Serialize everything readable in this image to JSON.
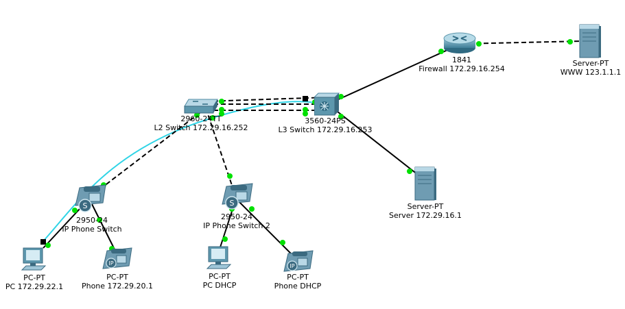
{
  "colors": {
    "background": "#ffffff",
    "link_up": "#00e000",
    "link_down": "#000000",
    "straight_cable": "#000000",
    "crossover_cable": "#000000",
    "console_cable": "#2fd4e6"
  },
  "devices": [
    {
      "id": "router",
      "icon": "router-icon",
      "model": "1841",
      "name": "Firewall 172.29.16.254"
    },
    {
      "id": "www",
      "icon": "server-icon",
      "model": "Server-PT",
      "name": "WWW 123.1.1.1"
    },
    {
      "id": "l2sw",
      "icon": "switch-icon",
      "model": "2960-24TT",
      "name": "L2 Switch 172.29.16.252"
    },
    {
      "id": "l3sw",
      "icon": "multilayer-switch-icon",
      "model": "3560-24PS",
      "name": "L3 Switch 172.29.16.253"
    },
    {
      "id": "server",
      "icon": "server-icon",
      "model": "Server-PT",
      "name": "Server 172.29.16.1"
    },
    {
      "id": "ipsw1",
      "icon": "ip-phone-switch-icon",
      "model": "2950-24",
      "name": "IP Phone Switch"
    },
    {
      "id": "ipsw2",
      "icon": "ip-phone-switch-icon",
      "model": "2950-24",
      "name": "IP Phone Switch 2"
    },
    {
      "id": "pc1",
      "icon": "pc-icon",
      "model": "PC-PT",
      "name": "PC 172.29.22.1"
    },
    {
      "id": "phone1",
      "icon": "ip-phone-icon",
      "model": "PC-PT",
      "name": "Phone 172.29.20.1"
    },
    {
      "id": "pc2",
      "icon": "pc-icon",
      "model": "PC-PT",
      "name": "PC DHCP"
    },
    {
      "id": "phone2",
      "icon": "ip-phone-icon",
      "model": "PC-PT",
      "name": "Phone DHCP"
    }
  ],
  "links": [
    {
      "from": "l3sw",
      "to": "router",
      "cable": "straight",
      "from_status": "up",
      "to_status": "up"
    },
    {
      "from": "router",
      "to": "www",
      "cable": "crossover",
      "from_status": "up",
      "to_status": "up"
    },
    {
      "from": "l2sw",
      "to": "l3sw",
      "cable": "crossover",
      "from_status": "up",
      "to_status": "down"
    },
    {
      "from": "l2sw",
      "to": "l3sw",
      "cable": "crossover",
      "from_status": "up",
      "to_status": "up"
    },
    {
      "from": "l2sw",
      "to": "l3sw",
      "cable": "crossover",
      "from_status": "up",
      "to_status": "up"
    },
    {
      "from": "l3sw",
      "to": "server",
      "cable": "straight",
      "from_status": "up",
      "to_status": "up"
    },
    {
      "from": "l2sw",
      "to": "ipsw1",
      "cable": "crossover",
      "from_status": "up",
      "to_status": "up"
    },
    {
      "from": "l2sw",
      "to": "ipsw2",
      "cable": "crossover",
      "from_status": "up",
      "to_status": "up"
    },
    {
      "from": "ipsw1",
      "to": "pc1",
      "cable": "straight",
      "from_status": "up",
      "to_status": "up"
    },
    {
      "from": "ipsw1",
      "to": "phone1",
      "cable": "straight",
      "from_status": "up",
      "to_status": "up"
    },
    {
      "from": "ipsw2",
      "to": "pc2",
      "cable": "straight",
      "from_status": "up",
      "to_status": "up"
    },
    {
      "from": "ipsw2",
      "to": "phone2",
      "cable": "straight",
      "from_status": "up",
      "to_status": "up"
    },
    {
      "from": "pc1",
      "to": "l3sw",
      "cable": "console",
      "from_status": "down",
      "to_status": "up"
    }
  ]
}
